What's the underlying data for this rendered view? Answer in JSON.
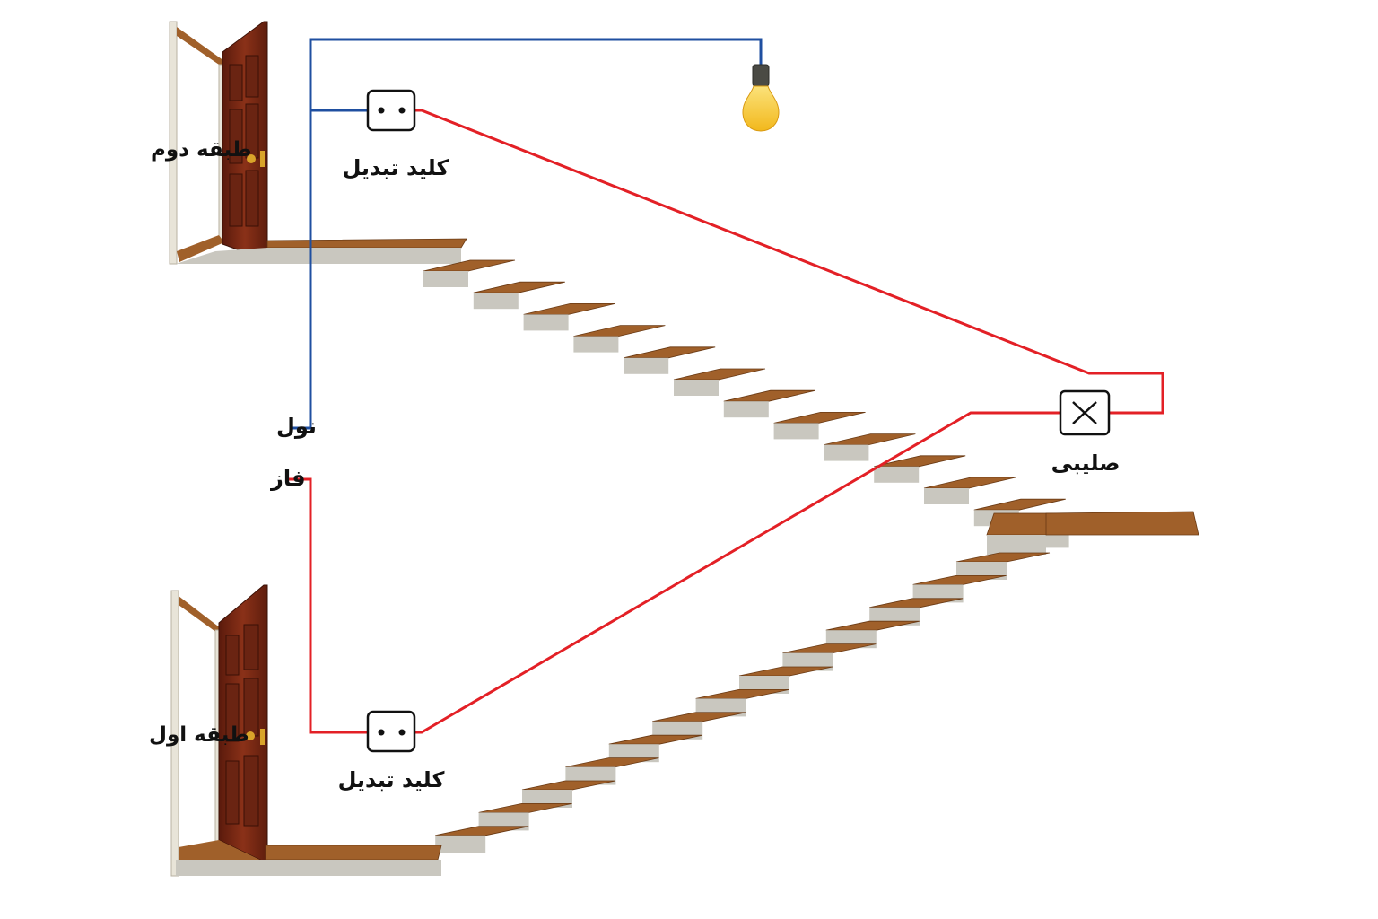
{
  "labels": {
    "floor_upper": "طبقه دوم",
    "floor_lower": "طبقه اول",
    "switch_upper": "کلید تبدیل",
    "switch_lower": "کلید تبدیل",
    "cross_switch": "صلیبی",
    "neutral": "نول",
    "phase": "فاز"
  },
  "colors": {
    "neutral_wire": "#1f4fa0",
    "phase_wire": "#e32026",
    "stair_tread": "#a0602a",
    "stair_riser": "#c9c7bf",
    "door": "#7a2a17",
    "bulb": "#f7c832"
  },
  "icons": {
    "bulb": "light-bulb-icon",
    "cross_switch": "cross-switch-icon",
    "two_way_switch": "two-way-switch-icon",
    "door": "door-icon"
  }
}
